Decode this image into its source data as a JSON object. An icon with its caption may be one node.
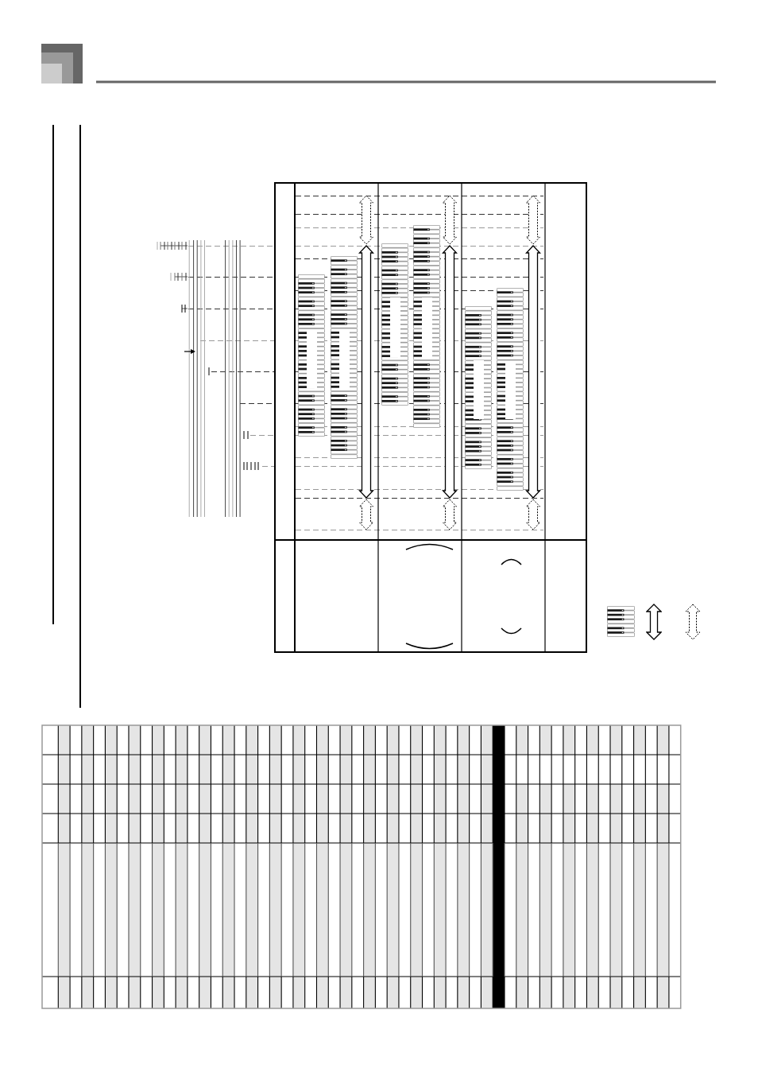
{
  "diagram": {
    "nodes": [
      {
        "text": [],
        "shape": "picture"
      },
      {
        "text": [],
        "shape": "picture"
      },
      {
        "text": [],
        "shape": "picture"
      },
      {
        "text": [],
        "shape": "picture"
      },
      {
        "text": [],
        "shape": "picture"
      },
      {
        "text": [],
        "shape": "picture"
      }
    ]
  }
}
